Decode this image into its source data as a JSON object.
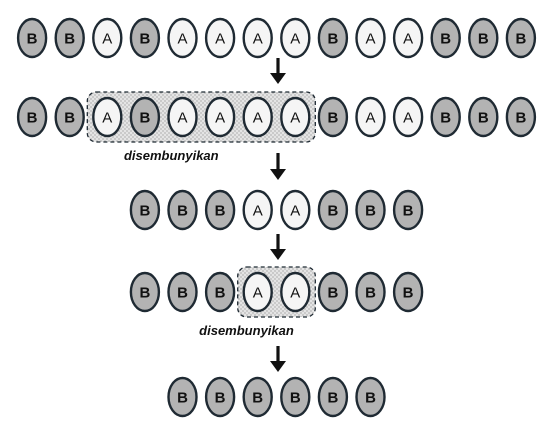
{
  "colors": {
    "B_fill": "#b3b3b3",
    "A_fill": "#f5f5f5",
    "outline": "#1f2a33",
    "arrow": "#111111",
    "highlight_fill": "#d8d8d8"
  },
  "rows": [
    {
      "tokens": [
        "B",
        "B",
        "A",
        "B",
        "A",
        "A",
        "A",
        "A",
        "B",
        "A",
        "A",
        "B",
        "B",
        "B"
      ]
    },
    {
      "tokens": [
        "B",
        "B",
        "A",
        "B",
        "A",
        "A",
        "A",
        "A",
        "B",
        "A",
        "A",
        "B",
        "B",
        "B"
      ],
      "highlight": {
        "from": 2,
        "to": 7,
        "label": "disembunyikan"
      }
    },
    {
      "tokens": [
        "B",
        "B",
        "B",
        "A",
        "A",
        "B",
        "B",
        "B"
      ]
    },
    {
      "tokens": [
        "B",
        "B",
        "B",
        "A",
        "A",
        "B",
        "B",
        "B"
      ],
      "highlight": {
        "from": 3,
        "to": 4,
        "label": "disembunyikan"
      }
    },
    {
      "tokens": [
        "B",
        "B",
        "B",
        "B",
        "B",
        "B"
      ]
    }
  ]
}
